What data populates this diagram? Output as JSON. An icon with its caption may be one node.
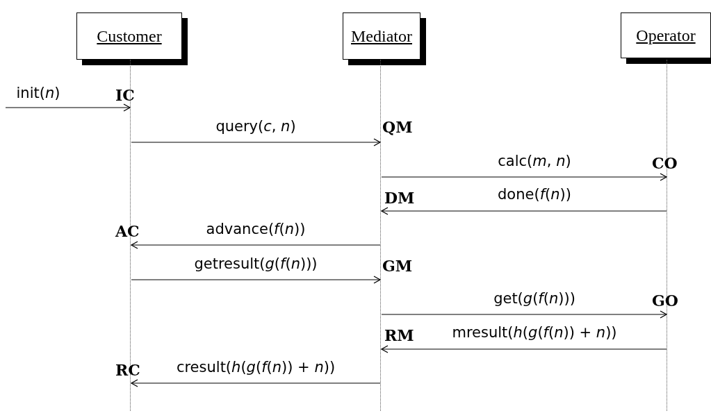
{
  "diagram": {
    "nodes": [
      {
        "text": [
          "Customer"
        ]
      },
      {
        "text": [
          "Mediator"
        ]
      },
      {
        "text": [
          "Operator"
        ]
      },
      {
        "text": [],
        "shape": "line"
      },
      {
        "text": [],
        "shape": "line"
      },
      {
        "text": [],
        "shape": "line"
      }
    ],
    "edges": [
      {
        "from": null,
        "to": 3,
        "arrow": "to",
        "label": "init(*n*)"
      },
      {
        "from": 3,
        "to": 4,
        "arrow": "to",
        "label": "query(*c*, *n*)"
      },
      {
        "from": 4,
        "to": 5,
        "arrow": "to",
        "label": "calc(*m*, *n*)"
      },
      {
        "from": 5,
        "to": 4,
        "arrow": "to",
        "label": "done(*f*(*n*))"
      },
      {
        "from": 4,
        "to": 3,
        "arrow": "to",
        "label": "advance(*f*(*n*))"
      },
      {
        "from": 3,
        "to": 4,
        "arrow": "to",
        "label": "getresult(*g*(*f*(*n*)))"
      },
      {
        "from": 4,
        "to": 5,
        "arrow": "to",
        "label": "get(*g*(*f*(*n*)))"
      },
      {
        "from": 5,
        "to": 4,
        "arrow": "to",
        "label": "mresult(*h*(*g*(*f*(*n*)) + *n*))"
      },
      {
        "from": 4,
        "to": 3,
        "arrow": "to",
        "label": "cresult(*h*(*g*(*f*(*n*)) + *n*))"
      }
    ],
    "labels": [
      "IC",
      "QM",
      "CO",
      "DM",
      "AC",
      "GM",
      "GO",
      "RM",
      "RC"
    ]
  }
}
